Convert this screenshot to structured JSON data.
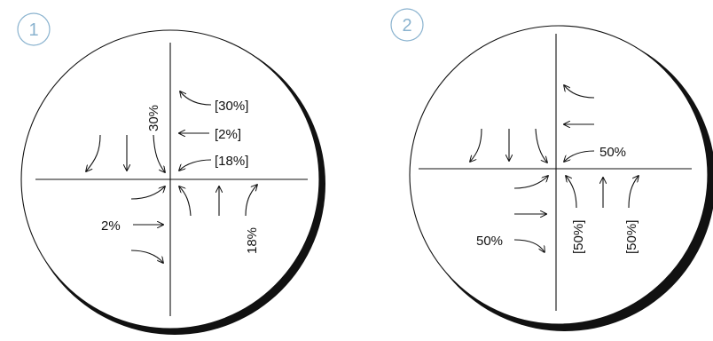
{
  "diagrams": [
    {
      "number": "1",
      "labels": {
        "northbound_left": "30%",
        "westbound_right": "[30%]",
        "westbound_through": "[2%]",
        "westbound_left": "[18%]",
        "eastbound_left": "2%",
        "northbound_right": "18%"
      }
    },
    {
      "number": "2",
      "labels": {
        "westbound_left": "50%",
        "eastbound_left": "50%",
        "northbound_left": "[50%]",
        "northbound_right": "[50%]"
      }
    }
  ],
  "colors": {
    "badge": "#8ab3cf",
    "line": "#111111"
  }
}
